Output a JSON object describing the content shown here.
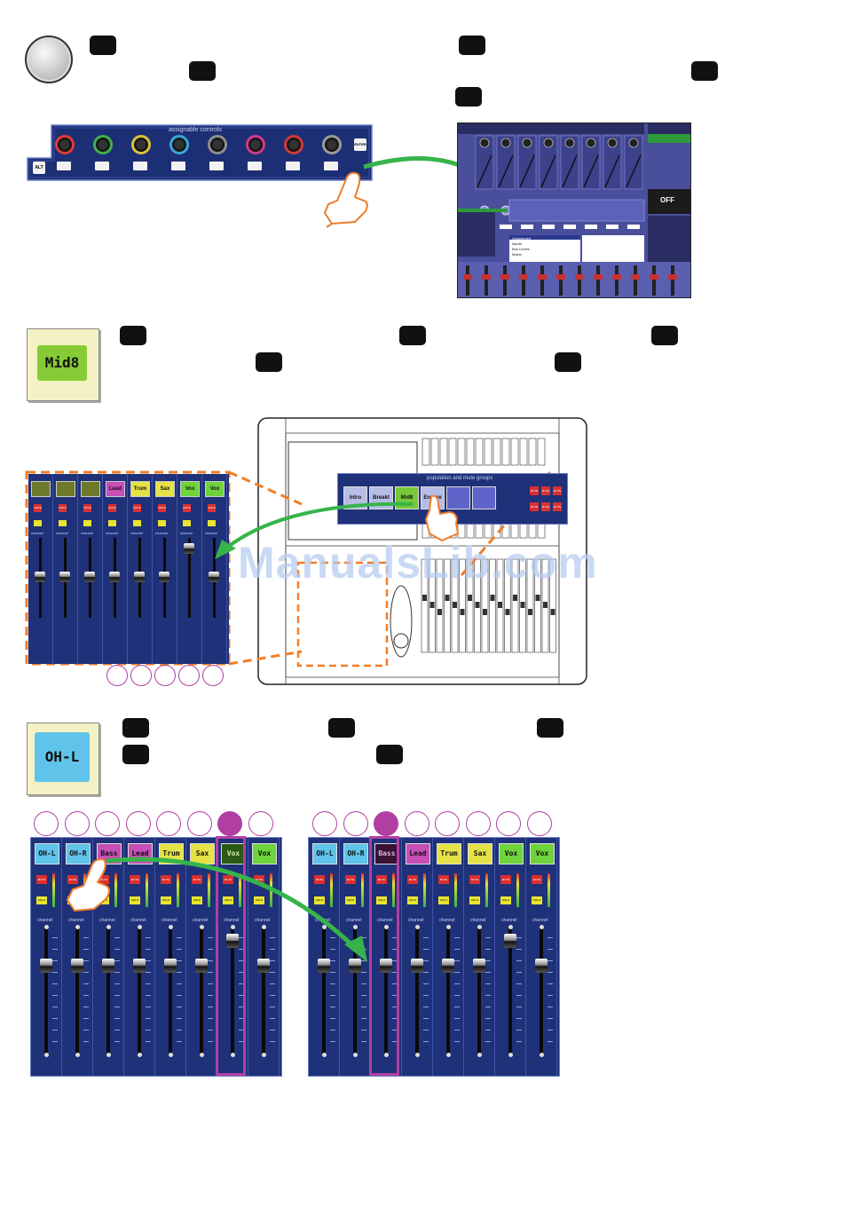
{
  "section1": {
    "assignable_title": "assignable controls",
    "alt_label": "ALT",
    "enter_label": "ENTER",
    "knob_colors": [
      "#e03a3a",
      "#3fb24a",
      "#d9c23a",
      "#3aa7d9",
      "#8e8e8e",
      "#d03a8a",
      "#d03a3a",
      "#9a9a9a"
    ],
    "screen_off_label": "OFF",
    "screen_list": [
      "Unassigned",
      "Inputs",
      "Bus Levels",
      "Matrix"
    ]
  },
  "section2": {
    "button_label": "Mid8",
    "panel_title": "population and mute groups",
    "group_buttons": [
      "Intro",
      "Breakt",
      "Mid8",
      "Encore"
    ],
    "mute_label": "MUTE",
    "strip_labels": [
      "",
      "",
      "",
      "Lead",
      "Trum",
      "Sax",
      "Vox",
      "Vox"
    ],
    "channel_label": "channel"
  },
  "section3": {
    "button_label": "OH-L",
    "channel_label": "channel",
    "mute_label": "MUTE",
    "solo_label": "SOLO",
    "left_labels": [
      "OH-L",
      "OH-R",
      "Bass",
      "Lead",
      "Trum",
      "Sax",
      "Vox",
      "Vox"
    ],
    "right_labels": [
      "OH-L",
      "OH-R",
      "Bass",
      "Lead",
      "Trum",
      "Sax",
      "Vox",
      "Vox"
    ],
    "left_selected_index": 6,
    "right_selected_index": 2
  },
  "watermark": "ManualsLib.com"
}
